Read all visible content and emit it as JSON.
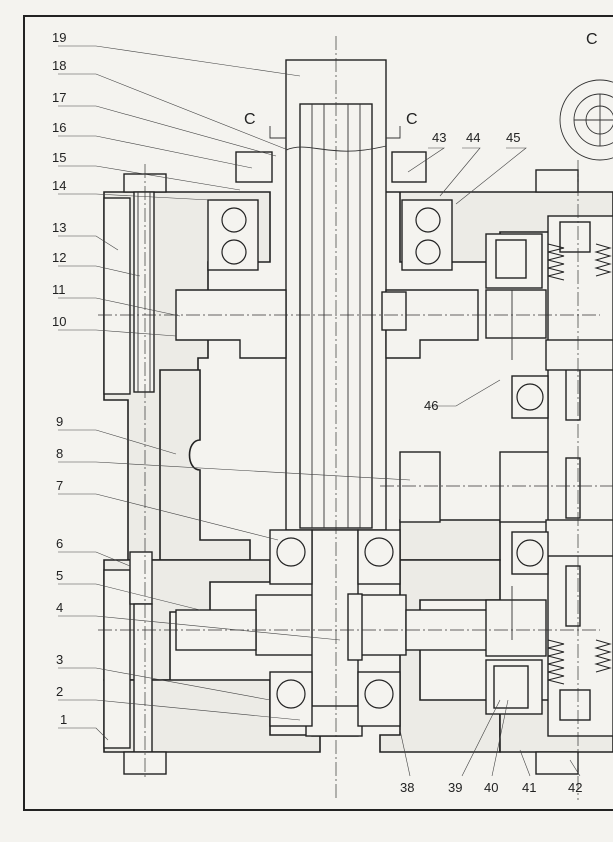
{
  "section_marker": "C",
  "section_view_label": "C",
  "callouts": [
    "1",
    "2",
    "3",
    "4",
    "5",
    "6",
    "7",
    "8",
    "9",
    "10",
    "11",
    "12",
    "13",
    "14",
    "15",
    "16",
    "17",
    "18",
    "19",
    "38",
    "39",
    "40",
    "41",
    "42",
    "43",
    "44",
    "45",
    "46"
  ]
}
